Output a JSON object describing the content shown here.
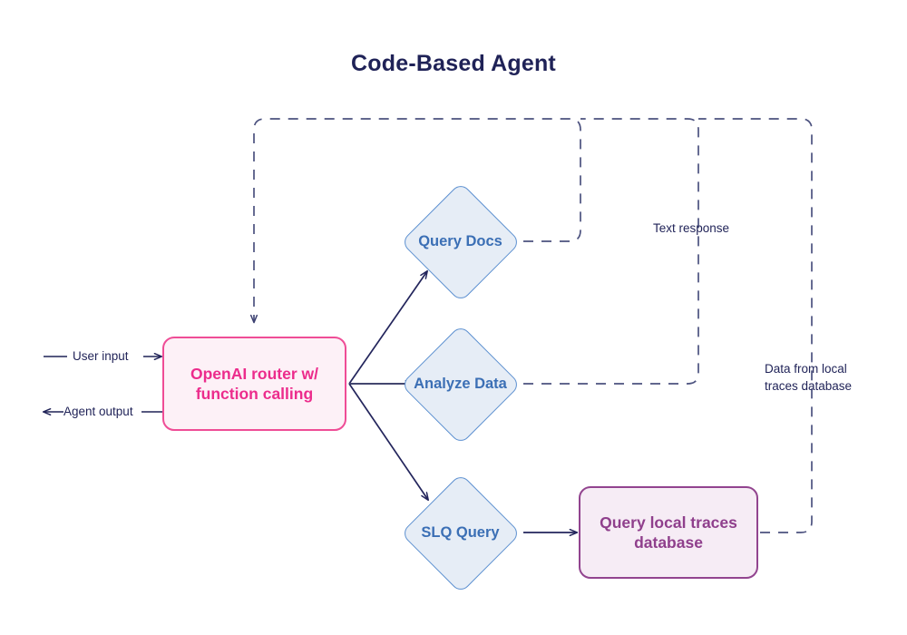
{
  "title": "Code-Based Agent",
  "theme": {
    "background": "#ffffff",
    "title_color": "#1f2257",
    "router_fill": "#fdf1f7",
    "router_stroke": "#ef4d96",
    "router_text": "#ec2c8c",
    "diamond_fill": "#e6edf6",
    "diamond_stroke": "#5b8fd0",
    "diamond_text": "#3b6fb5",
    "db_fill": "#f6ecf5",
    "db_stroke": "#92448f",
    "db_text": "#8f3f8c",
    "solid_edge": "#23255c",
    "dashed_edge": "#4c527f",
    "label_text": "#1f2257"
  },
  "nodes": {
    "router": {
      "label": "OpenAI router w/\nfunction calling",
      "shape": "rounded-rectangle"
    },
    "query_docs": {
      "label": "Query\nDocs",
      "shape": "diamond"
    },
    "analyze_data": {
      "label": "Analyze\nData",
      "shape": "diamond"
    },
    "slq_query": {
      "label": "SLQ\nQuery",
      "shape": "diamond"
    },
    "traces_db": {
      "label": "Query local\ntraces database",
      "shape": "rounded-rectangle"
    }
  },
  "edge_labels": {
    "user_input": "User input",
    "agent_output": "Agent output",
    "text_response": "Text response",
    "data_from_traces": "Data from local\ntraces database"
  },
  "icons": {
    "arrow_right": "right-arrow-icon",
    "arrow_left": "left-arrow-icon"
  }
}
